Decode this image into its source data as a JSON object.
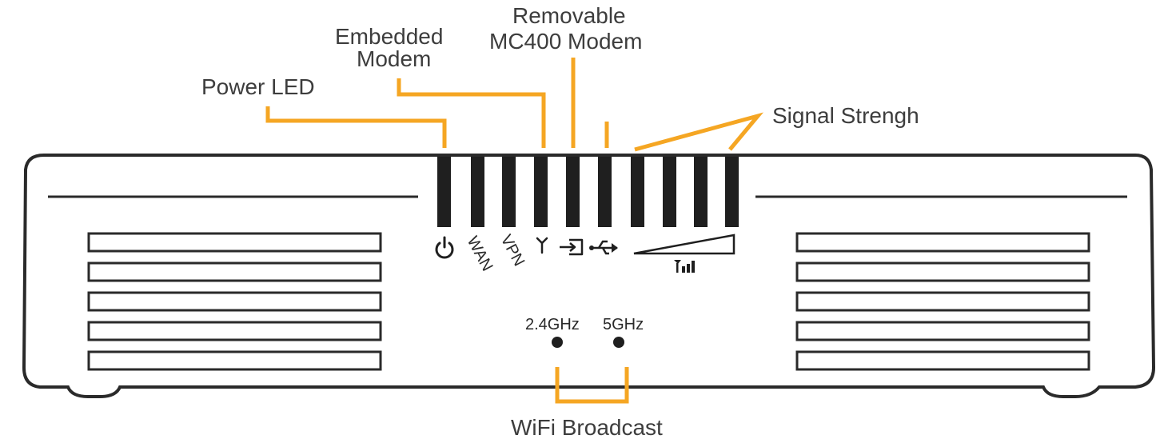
{
  "callouts": {
    "power_led": "Power LED",
    "embedded_modem_line1": "Embedded",
    "embedded_modem_line2": "Modem",
    "removable_modem_line1": "Removable",
    "removable_modem_line2": "MC400 Modem",
    "signal_strength": "Signal Strengh",
    "wifi_broadcast": "WiFi Broadcast"
  },
  "led_labels": {
    "wan": "WAN",
    "vpn": "VPN"
  },
  "wifi_leds": {
    "band_24": "2.4GHz",
    "band_5": "5GHz"
  },
  "icons": [
    "power-icon",
    "antenna-icon",
    "modem-port-icon",
    "usb-icon",
    "signal-ramp-icon",
    "signal-bars-icon"
  ],
  "colors": {
    "leader": "#F5A623",
    "outline": "#2a2a2a",
    "led": "#1f1f1f"
  }
}
